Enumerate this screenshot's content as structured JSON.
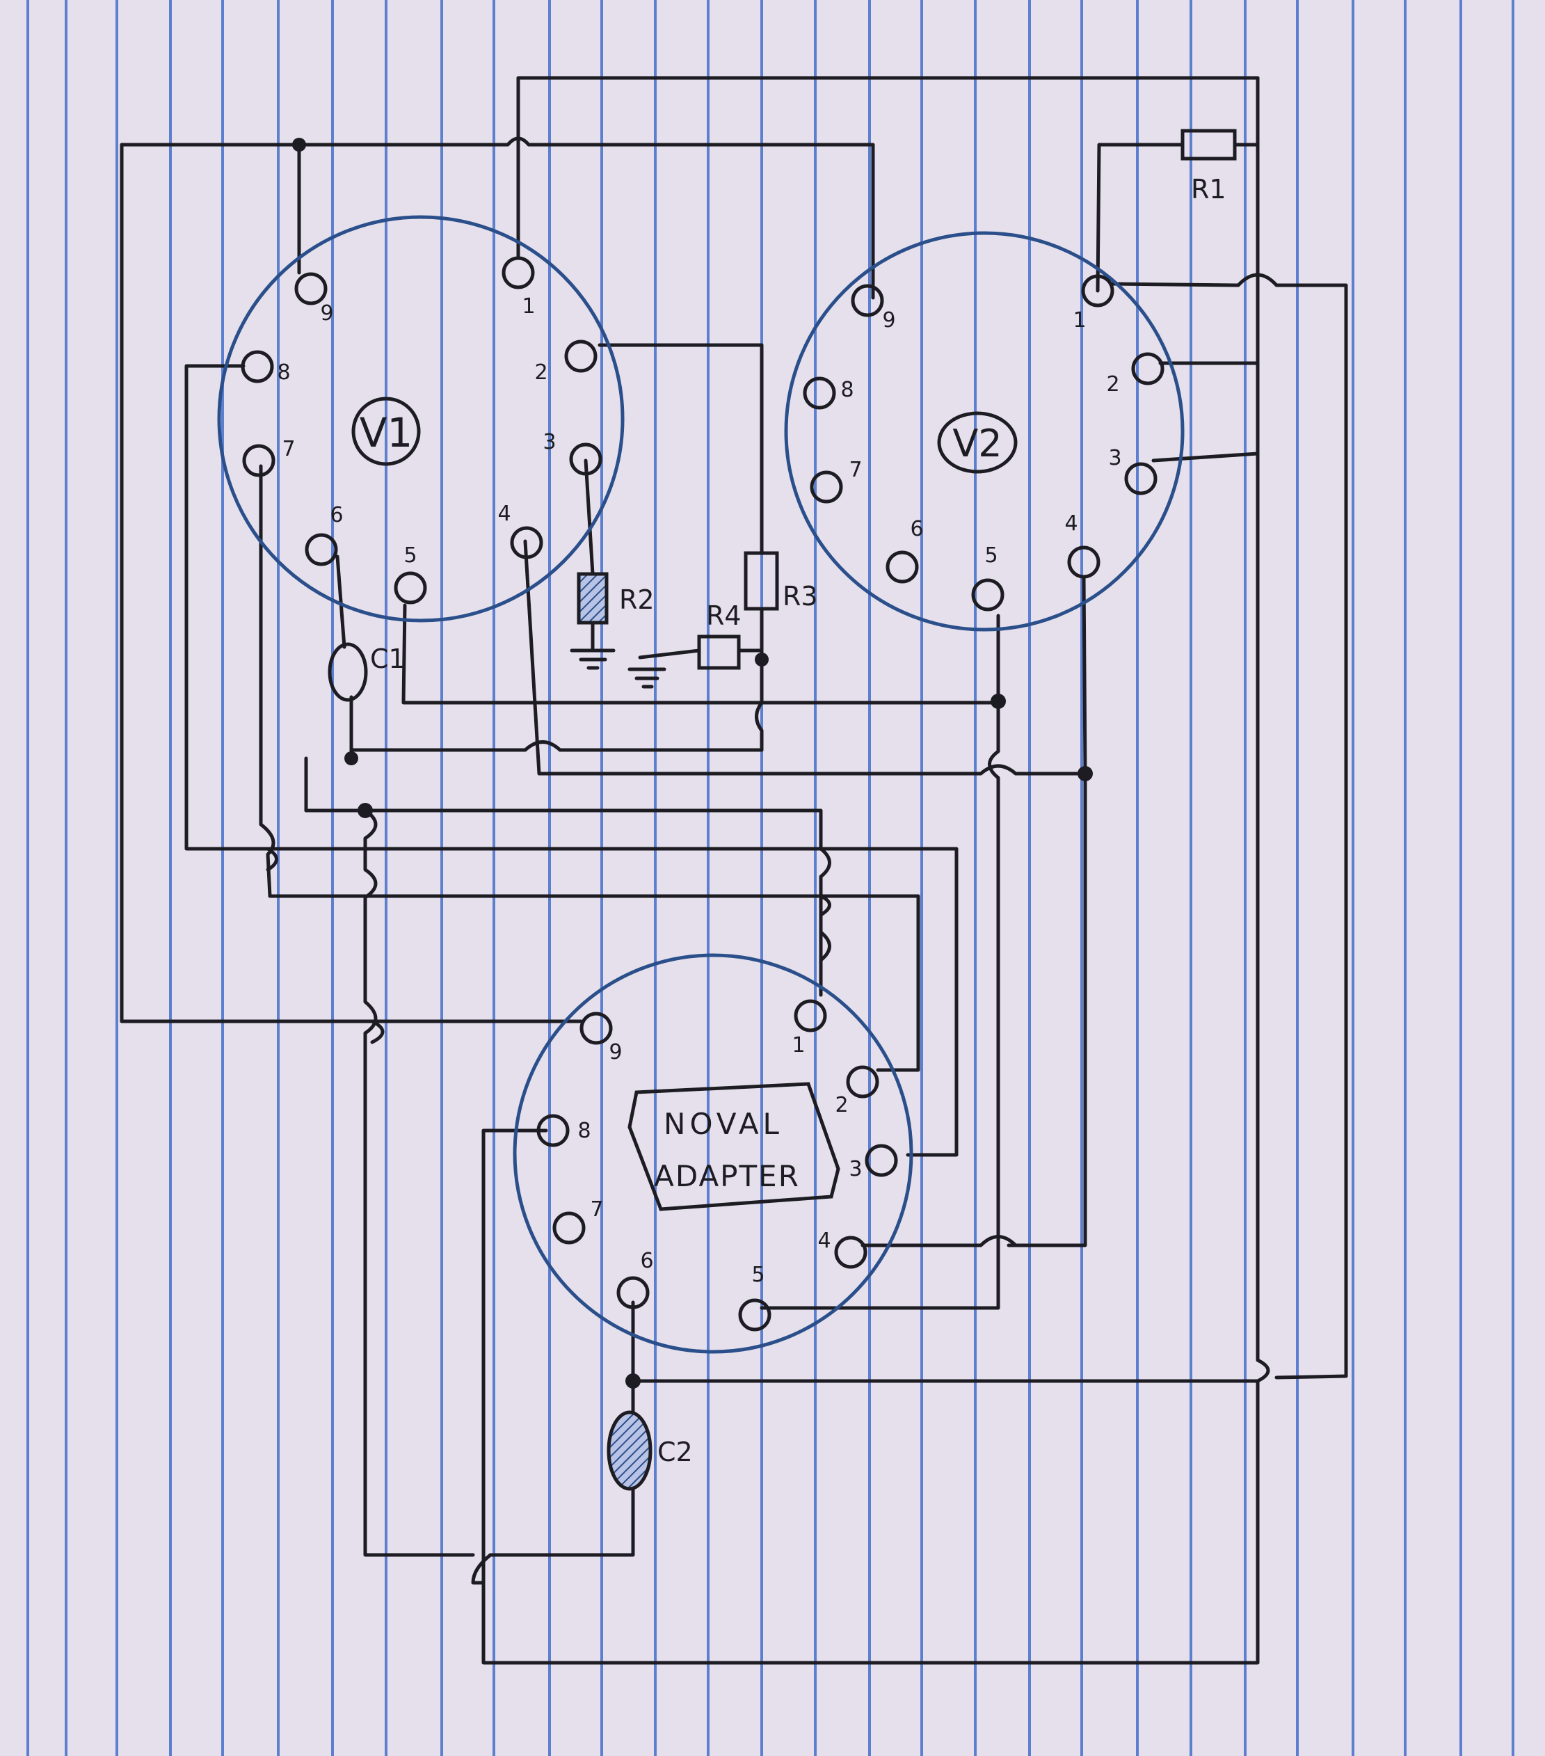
{
  "sockets": {
    "v1": {
      "label": "V1",
      "pins": [
        "1",
        "2",
        "3",
        "4",
        "5",
        "6",
        "7",
        "8",
        "9"
      ]
    },
    "v2": {
      "label": "V2",
      "pins": [
        "1",
        "2",
        "3",
        "4",
        "5",
        "6",
        "7",
        "8",
        "9"
      ]
    },
    "adapter": {
      "label_line1": "NOVAL",
      "label_line2": "ADAPTER",
      "pins": [
        "1",
        "2",
        "3",
        "4",
        "5",
        "6",
        "7",
        "8",
        "9"
      ]
    }
  },
  "components": {
    "r1": "R1",
    "r2": "R2",
    "r3": "R3",
    "r4": "R4",
    "c1": "C1",
    "c2": "C2"
  },
  "colors": {
    "paper": "#e6e0ec",
    "ruled_line": "#5d7fd0",
    "ink": "#1c1c22",
    "socket_ink": "#2a4f8a"
  }
}
